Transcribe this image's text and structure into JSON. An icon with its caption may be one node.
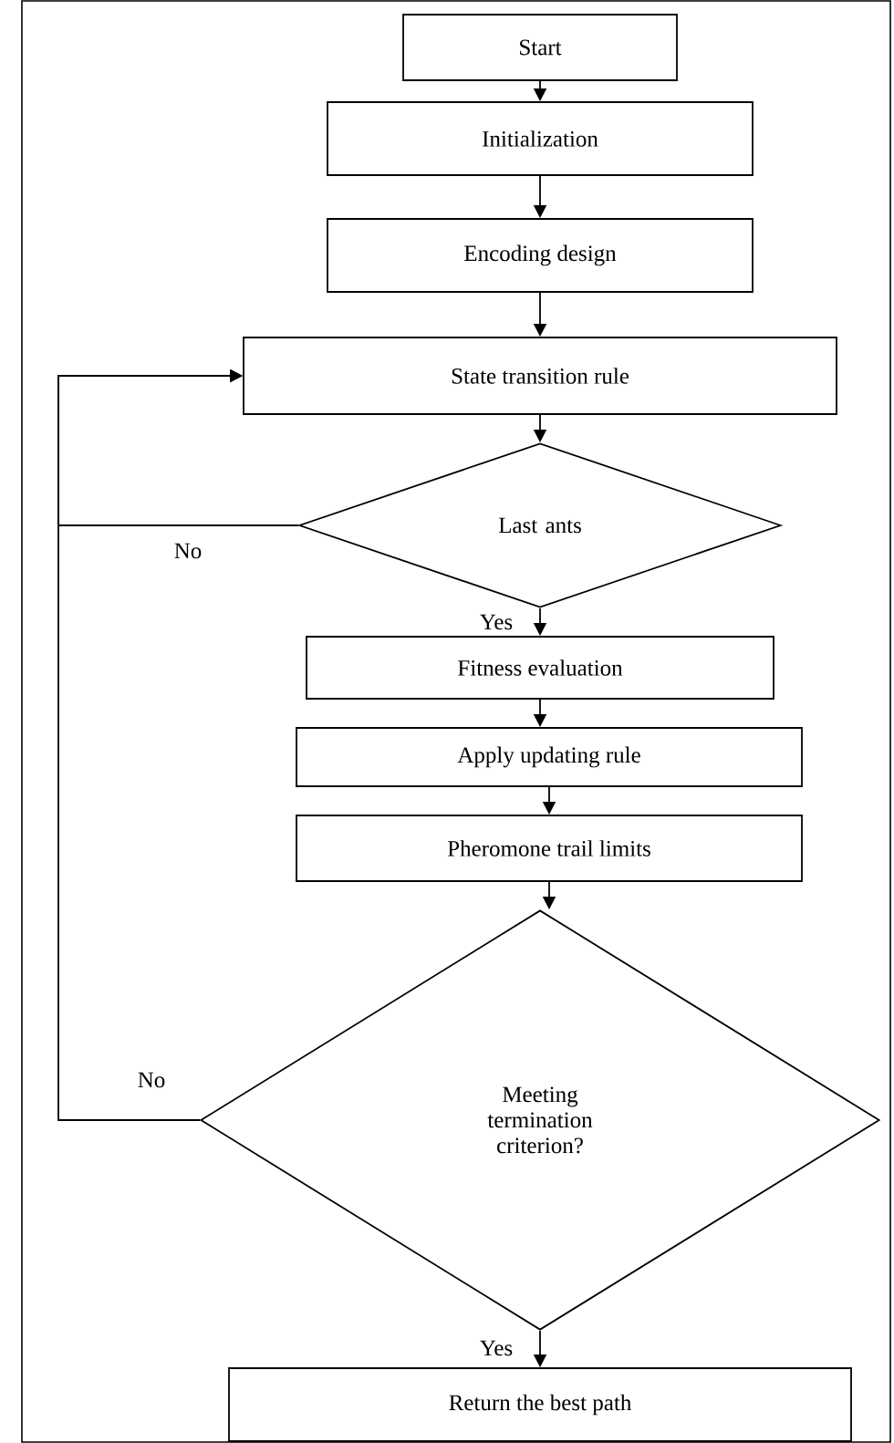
{
  "diagram": {
    "nodes": [
      {
        "text": [
          "Start"
        ]
      },
      {
        "text": [
          "Initialization"
        ]
      },
      {
        "text": [
          "Encoding design"
        ]
      },
      {
        "text": [
          "State transition rule"
        ]
      },
      {
        "text": [
          "Last ants"
        ]
      },
      {
        "text": [
          "Fitness evaluation"
        ]
      },
      {
        "text": [
          "Apply updating rule"
        ]
      },
      {
        "text": [
          "Pheromone trail limits"
        ]
      },
      {
        "text": [
          "Meeting termination criterion?"
        ]
      },
      {
        "text": [
          "Return the best path"
        ]
      }
    ],
    "edges": [
      {
        "from": 0,
        "to": 1,
        "arrow": "to"
      },
      {
        "from": 1,
        "to": 2,
        "arrow": "to"
      },
      {
        "from": 2,
        "to": 3,
        "arrow": "to"
      },
      {
        "from": 3,
        "to": 4,
        "arrow": "to"
      },
      {
        "from": 4,
        "to": 5,
        "arrow": "to",
        "label": "Yes"
      },
      {
        "from": 5,
        "to": 6,
        "arrow": "to"
      },
      {
        "from": 6,
        "to": 7,
        "arrow": "to"
      },
      {
        "from": 7,
        "to": 8,
        "arrow": "to"
      },
      {
        "from": 8,
        "to": 9,
        "arrow": "to",
        "label": "Yes"
      },
      {
        "from": 4,
        "to": 3,
        "arrow": "to",
        "label": "No"
      },
      {
        "from": 8,
        "to": 3,
        "arrow": "to",
        "label": "No"
      }
    ]
  }
}
